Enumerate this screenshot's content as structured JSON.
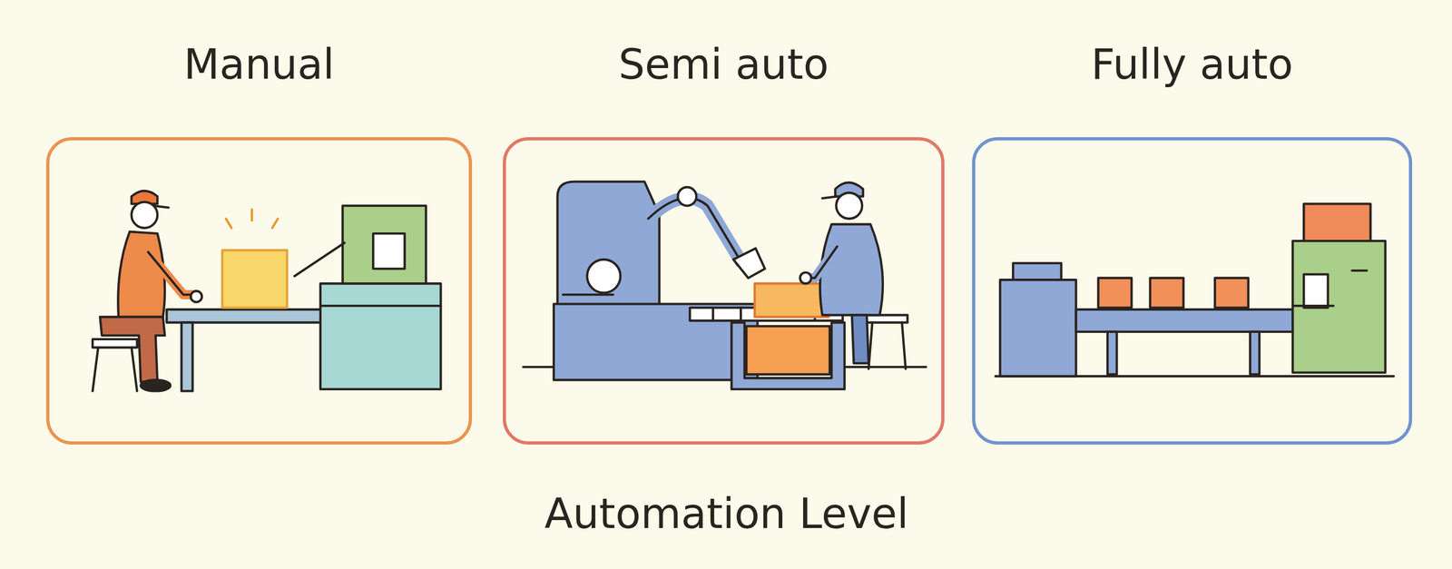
{
  "diagram": {
    "caption": "Automation Level",
    "nodes": [
      {
        "text": [
          "Manual"
        ]
      },
      {
        "text": [
          "Semi auto"
        ]
      },
      {
        "text": [
          "Fully auto"
        ]
      }
    ]
  }
}
